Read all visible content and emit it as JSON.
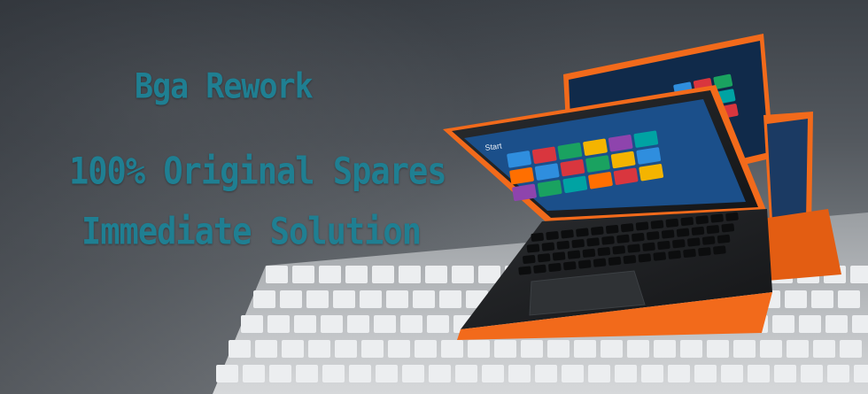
{
  "banner": {
    "headlines": {
      "primary": "Bga Rework",
      "secondary": "100% Original Spares",
      "tertiary": "Immediate Solution"
    },
    "laptop_screen_label": "Start",
    "colors": {
      "headline_text": "#1f7f92",
      "laptop_accent": "#f26a1b",
      "screen_background": "#1b4f8a"
    },
    "tile_colors": [
      "#2f8ede",
      "#d9363e",
      "#1aa260",
      "#f4b400",
      "#8e44ad",
      "#00a3a3",
      "#ff6f00",
      "#2f8ede",
      "#d9363e",
      "#1aa260",
      "#f4b400",
      "#2f8ede",
      "#8e44ad",
      "#1aa260",
      "#00a3a3",
      "#ff6f00",
      "#d9363e",
      "#f4b400"
    ]
  }
}
